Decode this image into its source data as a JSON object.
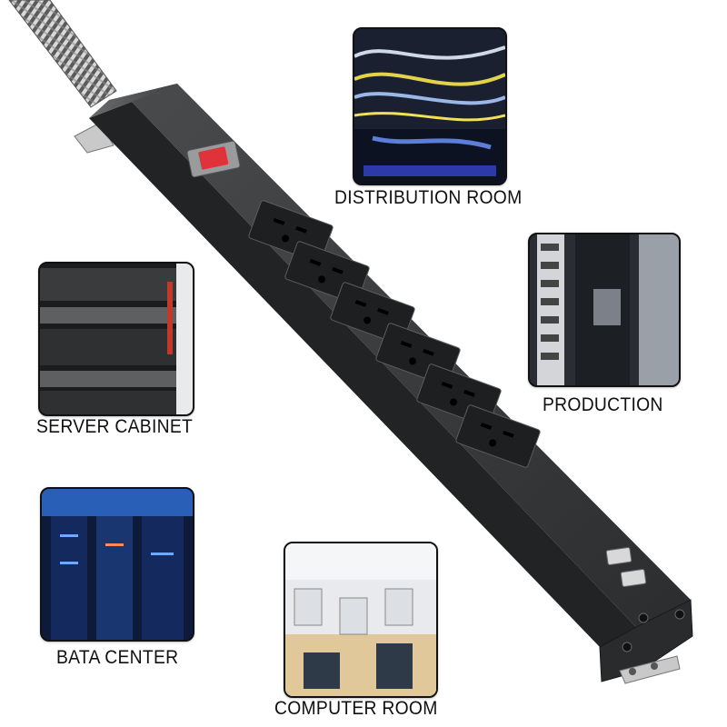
{
  "product": {
    "name": "power-distribution-unit",
    "color": "#3a3b3d",
    "switch_color": "#e0323a",
    "outlet_count": 6,
    "usb_port_count": 2
  },
  "scenes": [
    {
      "key": "distribution",
      "caption": "DISTRIBUTION ROOM"
    },
    {
      "key": "production",
      "caption": "PRODUCTION"
    },
    {
      "key": "server",
      "caption": "SERVER CABINET"
    },
    {
      "key": "data",
      "caption": "BATA CENTER"
    },
    {
      "key": "computer",
      "caption": "COMPUTER ROOM"
    }
  ]
}
